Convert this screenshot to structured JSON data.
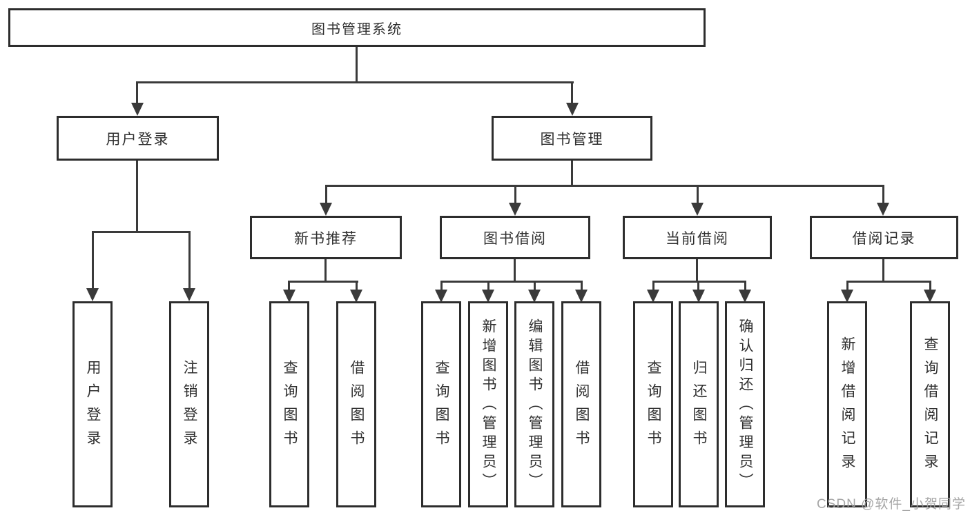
{
  "diagram": {
    "root": {
      "label": "图书管理系统"
    },
    "branches": [
      {
        "label": "用户登录",
        "children": [
          {
            "label": "用户登录"
          },
          {
            "label": "注销登录"
          }
        ]
      },
      {
        "label": "图书管理",
        "children": [
          {
            "label": "新书推荐",
            "children": [
              {
                "label": "查询图书"
              },
              {
                "label": "借阅图书"
              }
            ]
          },
          {
            "label": "图书借阅",
            "children": [
              {
                "label": "查询图书"
              },
              {
                "label": "新增图书（管理员）"
              },
              {
                "label": "编辑图书（管理员）"
              },
              {
                "label": "借阅图书"
              }
            ]
          },
          {
            "label": "当前借阅",
            "children": [
              {
                "label": "查询图书"
              },
              {
                "label": "归还图书"
              },
              {
                "label": "确认归还（管理员）"
              }
            ]
          },
          {
            "label": "借阅记录",
            "children": [
              {
                "label": "新增借阅记录"
              },
              {
                "label": "查询借阅记录"
              }
            ]
          }
        ]
      }
    ],
    "watermark": "CSDN @软件_小贺同学",
    "colors": {
      "line": "#3a3a3a",
      "box_border": "#2d2d2d",
      "text": "#2f2f2f",
      "watermark": "#9e9e9e",
      "background": "#ffffff"
    }
  }
}
